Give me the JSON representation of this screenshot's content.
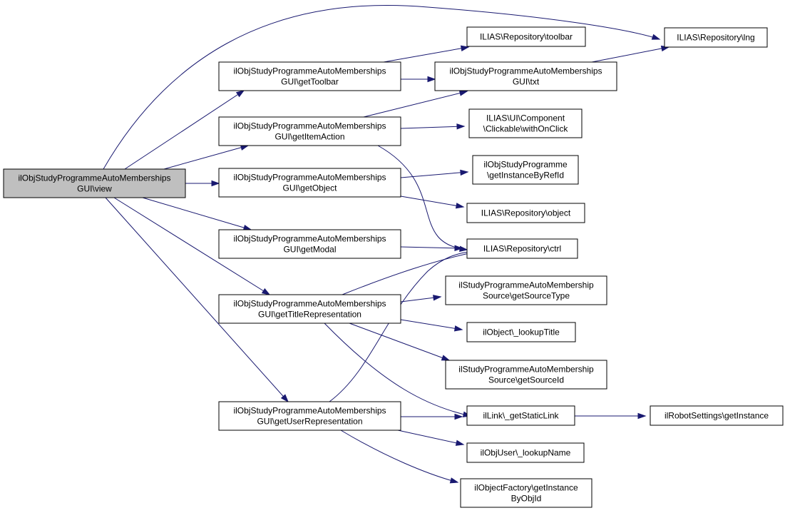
{
  "nodes": {
    "view": [
      "ilObjStudyProgrammeAutoMemberships",
      "GUI\\view"
    ],
    "getToolbar": [
      "ilObjStudyProgrammeAutoMemberships",
      "GUI\\getToolbar"
    ],
    "getItemAction": [
      "ilObjStudyProgrammeAutoMemberships",
      "GUI\\getItemAction"
    ],
    "getObject": [
      "ilObjStudyProgrammeAutoMemberships",
      "GUI\\getObject"
    ],
    "getModal": [
      "ilObjStudyProgrammeAutoMemberships",
      "GUI\\getModal"
    ],
    "getTitleRepresentation": [
      "ilObjStudyProgrammeAutoMemberships",
      "GUI\\getTitleRepresentation"
    ],
    "getUserRepresentation": [
      "ilObjStudyProgrammeAutoMemberships",
      "GUI\\getUserRepresentation"
    ],
    "toolbar": [
      "ILIAS\\Repository\\toolbar"
    ],
    "txt": [
      "ilObjStudyProgrammeAutoMemberships",
      "GUI\\txt"
    ],
    "withOnClick": [
      "ILIAS\\UI\\Component",
      "\\Clickable\\withOnClick"
    ],
    "getInstanceByRefId": [
      "ilObjStudyProgramme",
      "\\getInstanceByRefId"
    ],
    "object": [
      "ILIAS\\Repository\\object"
    ],
    "ctrl": [
      "ILIAS\\Repository\\ctrl"
    ],
    "getSourceType": [
      "ilStudyProgrammeAutoMembership",
      "Source\\getSourceType"
    ],
    "lookupTitle": [
      "ilObject\\_lookupTitle"
    ],
    "getSourceId": [
      "ilStudyProgrammeAutoMembership",
      "Source\\getSourceId"
    ],
    "getStaticLink": [
      "ilLink\\_getStaticLink"
    ],
    "lookupName": [
      "ilObjUser\\_lookupName"
    ],
    "getInstanceByObjId": [
      "ilObjectFactory\\getInstance",
      "ByObjId"
    ],
    "lng": [
      "ILIAS\\Repository\\lng"
    ],
    "robotGetInstance": [
      "ilRobotSettings\\getInstance"
    ]
  },
  "edges": [
    [
      "view",
      "lng"
    ],
    [
      "view",
      "getToolbar"
    ],
    [
      "view",
      "getItemAction"
    ],
    [
      "view",
      "getObject"
    ],
    [
      "view",
      "getModal"
    ],
    [
      "view",
      "getTitleRepresentation"
    ],
    [
      "view",
      "getUserRepresentation"
    ],
    [
      "getToolbar",
      "toolbar"
    ],
    [
      "getToolbar",
      "txt"
    ],
    [
      "txt",
      "lng"
    ],
    [
      "getItemAction",
      "txt"
    ],
    [
      "getItemAction",
      "withOnClick"
    ],
    [
      "getItemAction",
      "ctrl"
    ],
    [
      "getObject",
      "getInstanceByRefId"
    ],
    [
      "getObject",
      "object"
    ],
    [
      "getModal",
      "ctrl"
    ],
    [
      "getTitleRepresentation",
      "ctrl"
    ],
    [
      "getTitleRepresentation",
      "getSourceType"
    ],
    [
      "getTitleRepresentation",
      "lookupTitle"
    ],
    [
      "getTitleRepresentation",
      "getSourceId"
    ],
    [
      "getTitleRepresentation",
      "getStaticLink"
    ],
    [
      "getUserRepresentation",
      "ctrl"
    ],
    [
      "getUserRepresentation",
      "getStaticLink"
    ],
    [
      "getUserRepresentation",
      "lookupName"
    ],
    [
      "getUserRepresentation",
      "getInstanceByObjId"
    ],
    [
      "getStaticLink",
      "robotGetInstance"
    ]
  ]
}
